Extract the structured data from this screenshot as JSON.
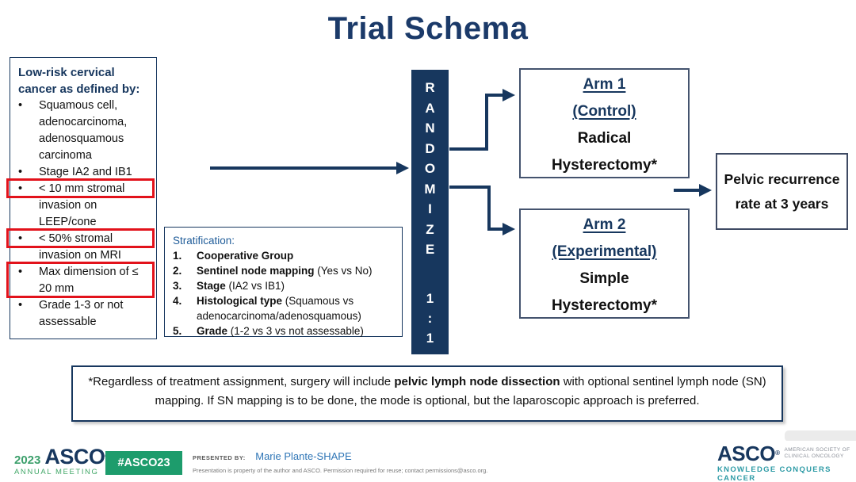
{
  "title": "Trial Schema",
  "eligibility_box": {
    "header": "Low-risk cervical cancer as defined by:",
    "items": [
      {
        "text": "Squamous cell, adenocarcinoma, adenosquamous carcinoma",
        "highlighted": false
      },
      {
        "text": "Stage IA2 and IB1",
        "highlighted": false
      },
      {
        "text": "< 10 mm stromal invasion on LEEP/cone",
        "highlighted": true
      },
      {
        "text": "< 50% stromal invasion on MRI",
        "highlighted": true
      },
      {
        "text": "Max dimension of ≤ 20 mm",
        "highlighted": true
      },
      {
        "text": "Grade 1-3 or not assessable",
        "highlighted": false
      }
    ],
    "bullet": "•"
  },
  "stratification_box": {
    "header": "Stratification:",
    "items": [
      {
        "num": "1.",
        "bold": "Cooperative Group",
        "rest": ""
      },
      {
        "num": "2.",
        "bold": "Sentinel node mapping",
        "rest": " (Yes vs No)"
      },
      {
        "num": "3.",
        "bold": "Stage",
        "rest": " (IA2 vs IB1)"
      },
      {
        "num": "4.",
        "bold": "Histological type",
        "rest": " (Squamous vs adenocarcinoma/adenosquamous)"
      },
      {
        "num": "5.",
        "bold": "Grade",
        "rest": " (1-2 vs 3 vs not assessable)"
      }
    ]
  },
  "randomize_box": {
    "letters": [
      "R",
      "A",
      "N",
      "D",
      "O",
      "M",
      "I",
      "Z",
      "E"
    ],
    "ratio": [
      "1",
      ":",
      "1"
    ]
  },
  "arm1_box": {
    "line1": "Arm 1",
    "line2": "(Control)",
    "line3": "Radical",
    "line4": "Hysterectomy*"
  },
  "arm2_box": {
    "line1": "Arm 2",
    "line2": "(Experimental)",
    "line3": "Simple",
    "line4": "Hysterectomy*"
  },
  "outcome_box": {
    "text": "Pelvic recurrence rate at 3 years"
  },
  "footnote": {
    "part1": "*Regardless of treatment assignment, surgery will include ",
    "bold": "pelvic lymph node dissection",
    "part2": " with optional sentinel lymph node (SN) mapping. If SN mapping is to be done, the mode is optional, but the laparoscopic approach is preferred."
  },
  "footer": {
    "year": "2023",
    "asco_wordmark": "ASCO",
    "reg": "®",
    "annual_meeting": "ANNUAL MEETING",
    "hashtag": "#ASCO23",
    "presented_by_label": "PRESENTED BY:",
    "presenter": "Marie Plante-SHAPE",
    "permission": "Presentation is property of the author and ASCO. Permission required for reuse; contact permissions@asco.org.",
    "society_line1": "AMERICAN SOCIETY OF",
    "society_line2": "CLINICAL ONCOLOGY",
    "tagline": "KNOWLEDGE CONQUERS CANCER"
  },
  "colors": {
    "navy": "#17375E",
    "highlight_red": "#E2121B",
    "badge_green": "#1D9C6C",
    "logo_green": "#3DA06C",
    "teal": "#2E9BA6",
    "link_blue": "#2E75B6",
    "strat_blue": "#1F5C99"
  }
}
